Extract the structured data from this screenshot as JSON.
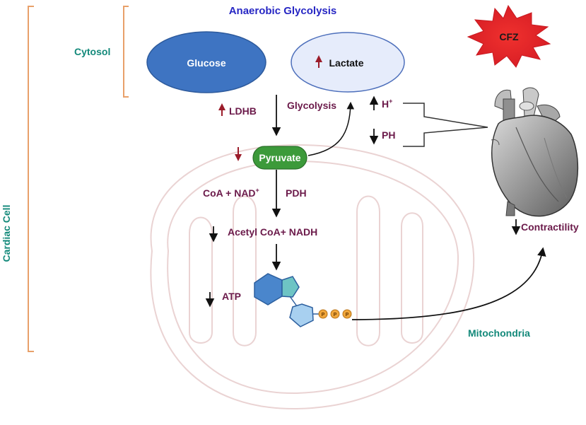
{
  "labels": {
    "title": "Anaerobic Glycolysis",
    "cytosol": "Cytosol",
    "cardiac_cell": "Cardiac Cell",
    "cfz": "CFZ",
    "glucose": "Glucose",
    "lactate": "Lactate",
    "ldhb": "LDHB",
    "glycolysis": "Glycolysis",
    "h_plus": "H",
    "h_plus_sup": "+",
    "ph": "PH",
    "pyruvate": "Pyruvate",
    "coa_nad": "CoA + NAD",
    "coa_nad_sup": "+",
    "pdh": "PDH",
    "acetyl_coa": "Acetyl CoA+ NADH",
    "atp": "ATP",
    "contractility": "Contractility",
    "mitochondria": "Mitochondria",
    "phosphate_1": "P",
    "phosphate_2": "P",
    "phosphate_3": "P"
  },
  "colors": {
    "title": "#2727c4",
    "teal_label": "#13897a",
    "maroon_label": "#6b1a4a",
    "bracket": "#e8a06a",
    "glucose_fill": "#3e74c2",
    "lactate_fill": "#e6ecfb",
    "pyruvate_fill": "#3c9a3a",
    "burst_fill": "#e8202a",
    "up_arrow": "#9b1c2a",
    "mito_outline": "#ead3d3"
  },
  "icons": {
    "heart": "heart-illustration",
    "atp_molecule": "adenine-ribose-triphosphate"
  }
}
